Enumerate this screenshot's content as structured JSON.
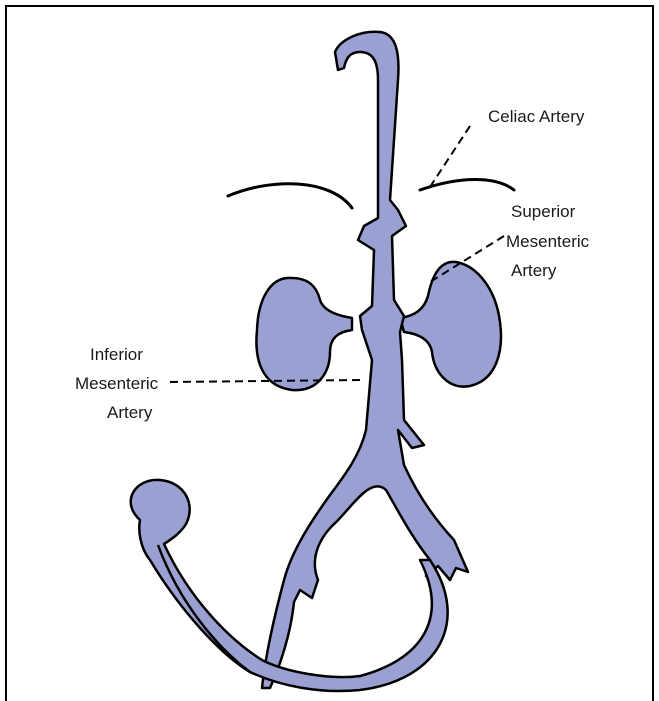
{
  "labels": {
    "celiac": "Celiac Artery",
    "superior": [
      "Superior",
      "Mesenteric",
      "Artery"
    ],
    "inferior": [
      "Inferior",
      "Mesenteric",
      "Artery"
    ]
  },
  "colors": {
    "vessel_fill": "#9aa0d2",
    "outline": "#000000",
    "background": "#ffffff"
  }
}
